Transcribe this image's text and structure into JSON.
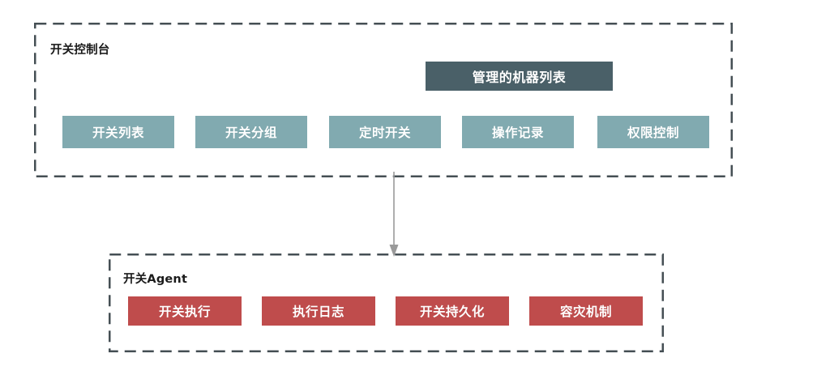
{
  "diagram": {
    "type": "block-diagram",
    "background_color": "#ffffff",
    "groups": [
      {
        "id": "console",
        "label": "开关控制台",
        "border_style": "dashed",
        "border_color": "#454f54"
      },
      {
        "id": "agent",
        "label": "开关Agent",
        "border_style": "dashed",
        "border_color": "#454f54"
      }
    ],
    "console": {
      "label": "开关控制台",
      "header": {
        "label": "管理的机器列表",
        "color": "#4a6068"
      },
      "items": [
        {
          "label": "开关列表",
          "color": "#81aab0"
        },
        {
          "label": "开关分组",
          "color": "#81aab0"
        },
        {
          "label": "定时开关",
          "color": "#81aab0"
        },
        {
          "label": "操作记录",
          "color": "#81aab0"
        },
        {
          "label": "权限控制",
          "color": "#81aab0"
        }
      ]
    },
    "agent": {
      "label": "开关Agent",
      "items": [
        {
          "label": "开关执行",
          "color": "#bf4c4c"
        },
        {
          "label": "执行日志",
          "color": "#bf4c4c"
        },
        {
          "label": "开关持久化",
          "color": "#bf4c4c"
        },
        {
          "label": "容灾机制",
          "color": "#bf4c4c"
        }
      ]
    },
    "connector": {
      "from": "console",
      "to": "agent",
      "direction": "down",
      "color": "#9a9a9a",
      "arrowhead": "solid-triangle"
    }
  }
}
